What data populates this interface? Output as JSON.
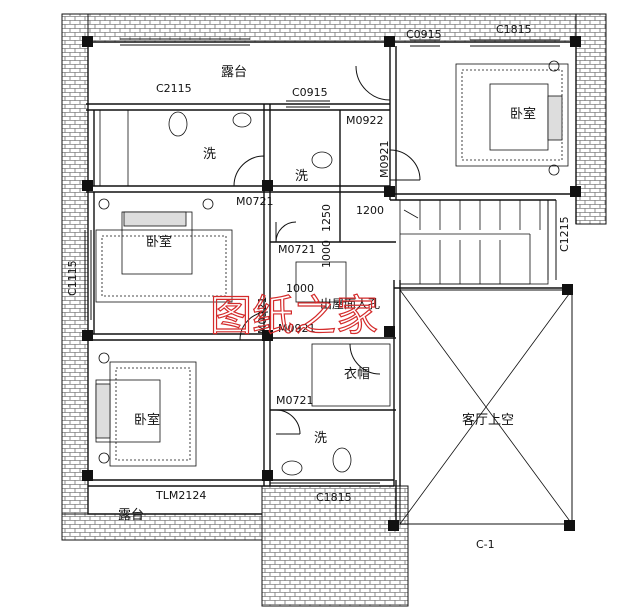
{
  "rooms": {
    "terrace_top": "露台",
    "terrace_bottom": "露台",
    "bath_1": "洗",
    "bath_2": "洗",
    "bath_3": "洗",
    "bedroom_1": "卧室",
    "bedroom_2": "卧室",
    "bedroom_3": "卧室",
    "closet": "衣帽",
    "living_void": "客厅上空",
    "roof_hatch": "出屋面人孔"
  },
  "codes": {
    "c2115": "C2115",
    "c0915_a": "C0915",
    "c0915_b": "C0915",
    "c1815_top": "C1815",
    "c1815_bottom": "C1815",
    "c1215": "C1215",
    "c1115": "C1115",
    "m0922": "M0922",
    "m0921_a": "M0921",
    "m0921_b": "M0921",
    "m0921_c": "M0921",
    "m0721_a": "M0721",
    "m0721_b": "M0721",
    "m0721_c": "M0721",
    "tlm2124": "TLM2124",
    "c1": "C-1"
  },
  "dims": {
    "d1200": "1200",
    "d1000_a": "1000",
    "d1000_b": "1000",
    "d1250": "1250"
  },
  "watermark": "图纸之家",
  "colors": {
    "line": "#111111",
    "watermark": "#d42b2b",
    "column": "#111111"
  }
}
